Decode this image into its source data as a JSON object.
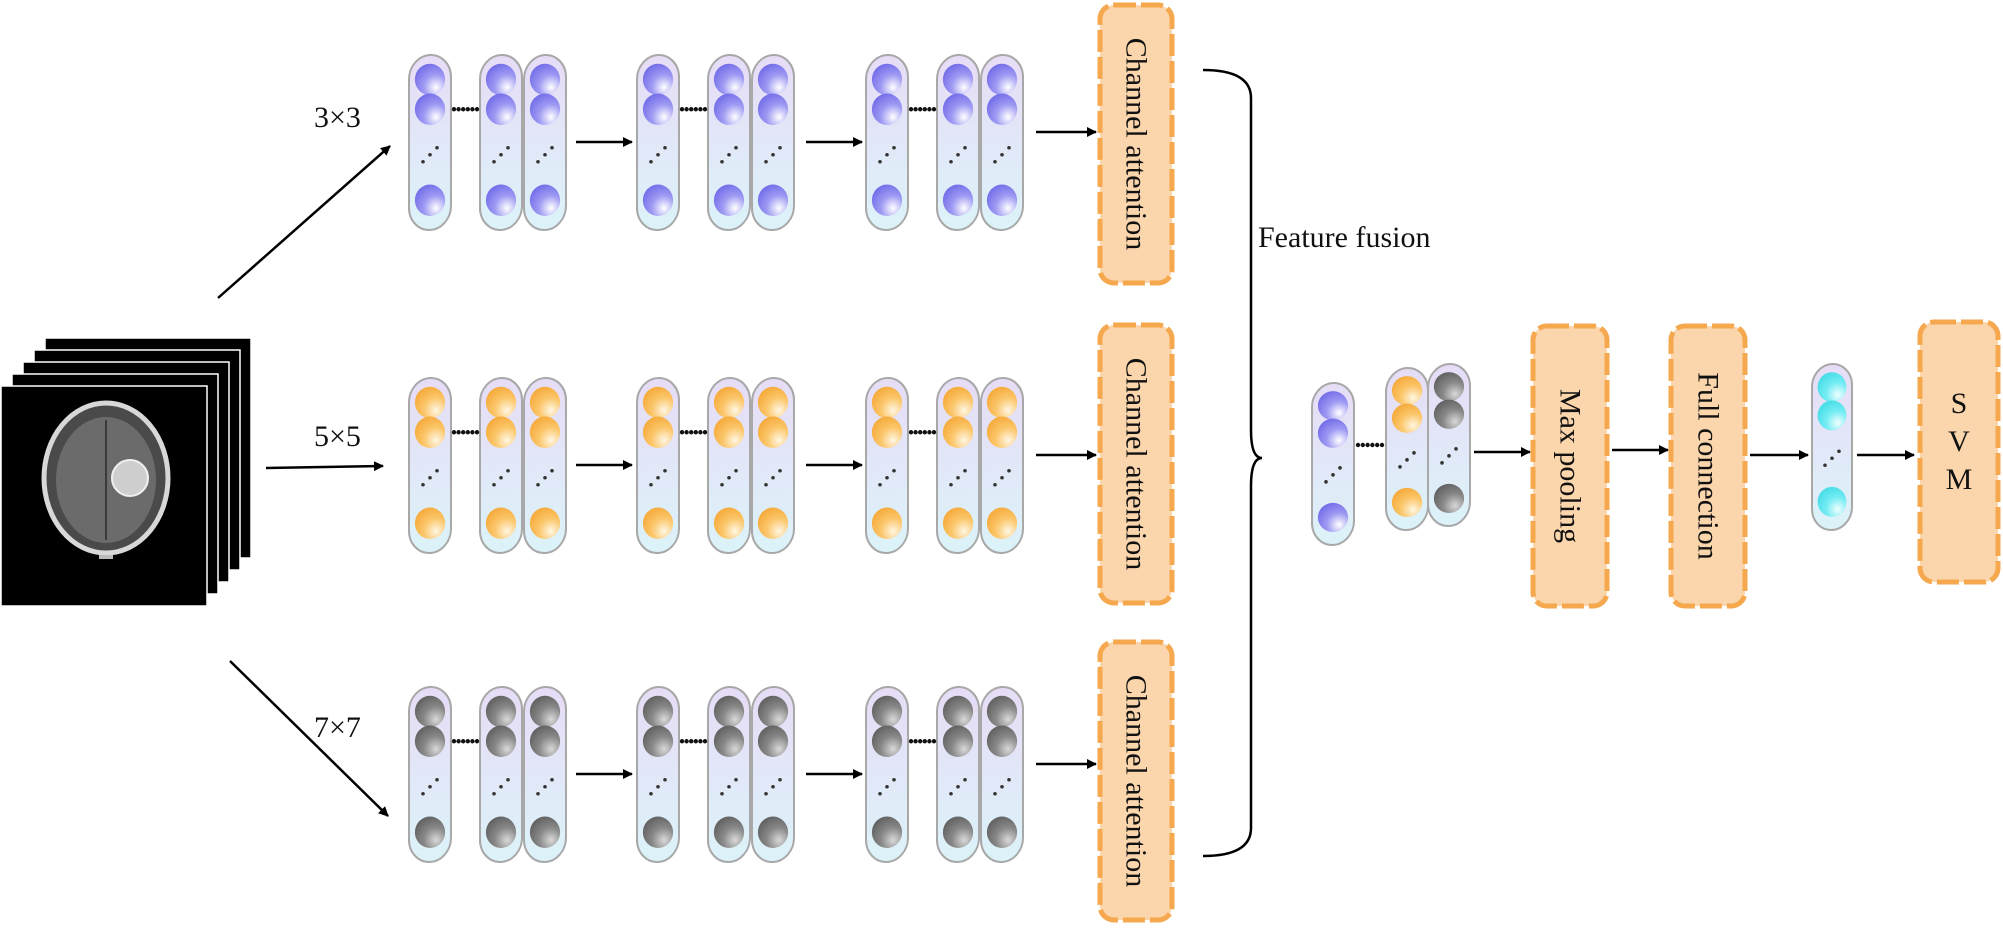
{
  "labels": {
    "kernel_3x3": "3×3",
    "kernel_5x5": "5×5",
    "kernel_7x7": "7×7",
    "feature_fusion": "Feature fusion",
    "channel_attention": "Channel attention",
    "max_pooling": "Max pooling",
    "full_connection": "Full connection",
    "svm": [
      "S",
      "V",
      "M"
    ]
  },
  "colors": {
    "box_fill": "#fbd5ab",
    "box_border": "#f5a84e",
    "branch_3x3": "#8c87ee",
    "branch_5x5": "#f8b54a",
    "branch_7x7": "#7a7a7a",
    "output": "#5ee6ee"
  },
  "icons": {
    "input": "brain-mri-image-stack"
  }
}
